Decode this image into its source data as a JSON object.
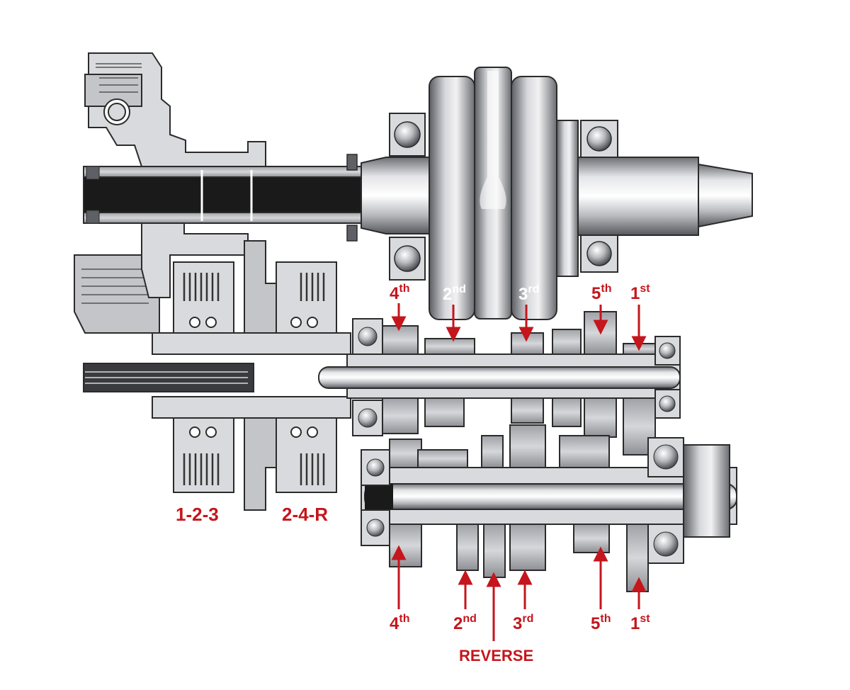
{
  "colors": {
    "label_red": "#c4161c",
    "metal_dark": "#5e6066",
    "metal_mid": "#a7a9ae",
    "metal_light": "#d9dadd",
    "outline": "#2b2b2b",
    "shaft_black": "#1a1a1a"
  },
  "crank_labels": {
    "second": {
      "num": "2",
      "suffix": "nd"
    },
    "third": {
      "num": "3",
      "suffix": "rd"
    }
  },
  "input_shaft_labels": {
    "fourth": {
      "num": "4",
      "suffix": "th"
    },
    "fifth": {
      "num": "5",
      "suffix": "th"
    },
    "first": {
      "num": "1",
      "suffix": "st"
    }
  },
  "clutch_labels": {
    "clutch_123": "1-2-3",
    "clutch_24r": "2-4-R"
  },
  "output_shaft_labels": {
    "fourth": {
      "num": "4",
      "suffix": "th"
    },
    "second": {
      "num": "2",
      "suffix": "nd"
    },
    "third": {
      "num": "3",
      "suffix": "rd"
    },
    "fifth": {
      "num": "5",
      "suffix": "th"
    },
    "first": {
      "num": "1",
      "suffix": "st"
    },
    "reverse": "REVERSE"
  }
}
